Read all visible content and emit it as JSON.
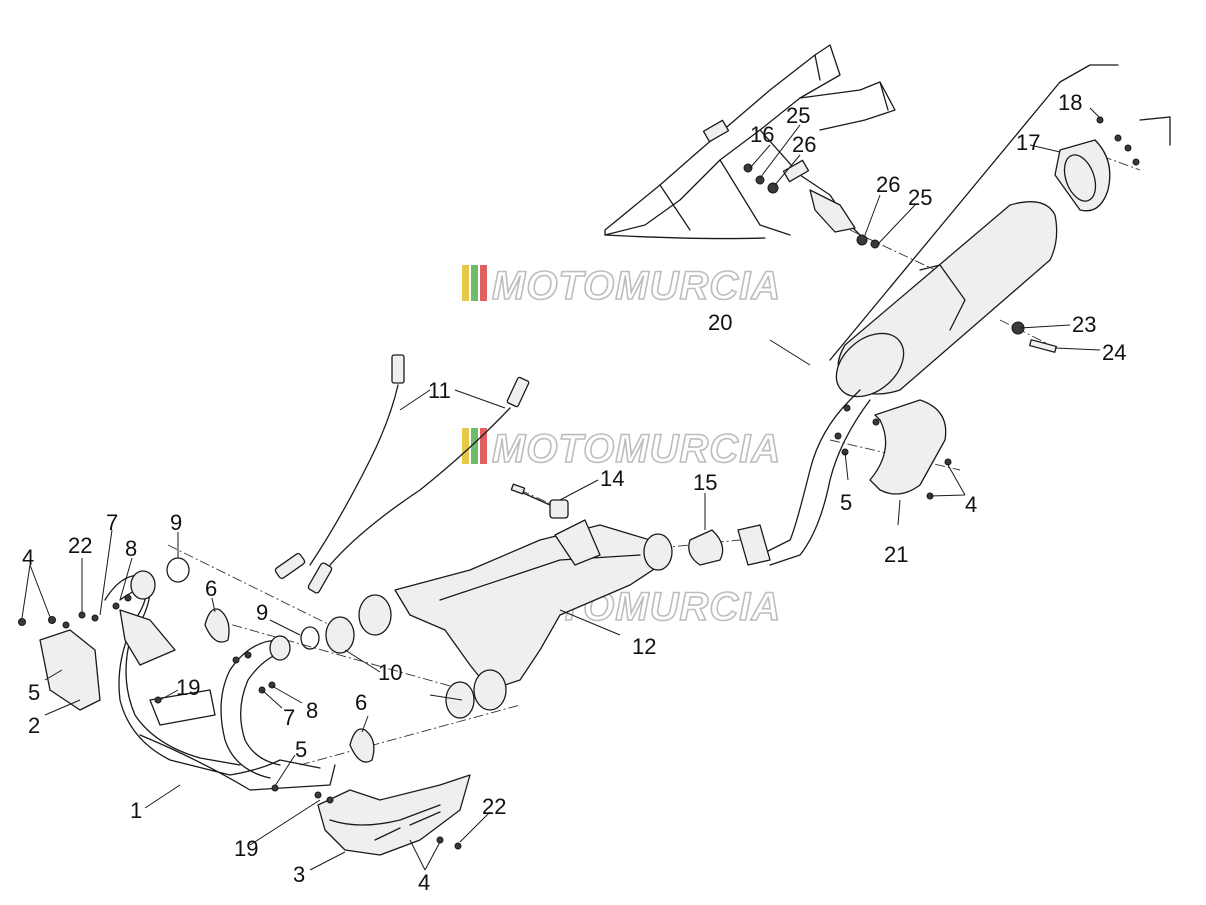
{
  "watermark": {
    "text": "MOTOMURCIA",
    "stripe_colors": [
      "#e6c84a",
      "#6dbb6d",
      "#e06060"
    ]
  },
  "callouts": {
    "c1": "1",
    "c2": "2",
    "c3": "3",
    "c4a": "4",
    "c4b": "4",
    "c4c": "4",
    "c5a": "5",
    "c5b": "5",
    "c5c": "5",
    "c6a": "6",
    "c6b": "6",
    "c7a": "7",
    "c7b": "7",
    "c8a": "8",
    "c8b": "8",
    "c9a": "9",
    "c9b": "9",
    "c10": "10",
    "c11": "11",
    "c12": "12",
    "c14": "14",
    "c15": "15",
    "c16": "16",
    "c17": "17",
    "c18": "18",
    "c19a": "19",
    "c19b": "19",
    "c20": "20",
    "c21": "21",
    "c22a": "22",
    "c22b": "22",
    "c23": "23",
    "c24": "24",
    "c25a": "25",
    "c25b": "25",
    "c26a": "26",
    "c26b": "26"
  }
}
